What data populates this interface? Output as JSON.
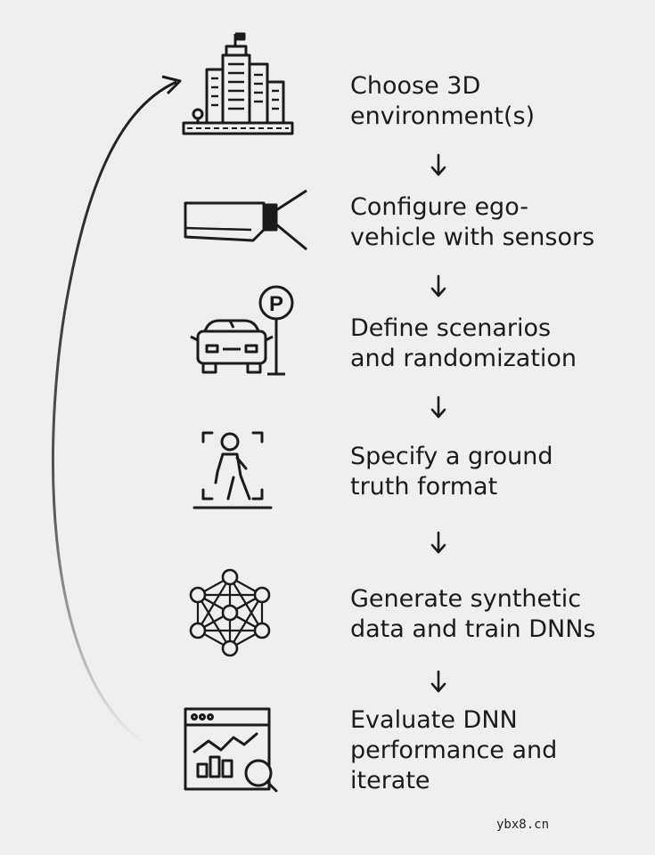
{
  "steps": [
    {
      "label": "Choose 3D\nenvironment(s)",
      "icon": "city-buildings-icon"
    },
    {
      "label": "Configure ego-\nvehicle with sensors",
      "icon": "camera-sensor-icon"
    },
    {
      "label": "Define scenarios\nand randomization",
      "icon": "car-parking-icon"
    },
    {
      "label": "Specify a ground\ntruth format",
      "icon": "pedestrian-detection-icon"
    },
    {
      "label": "Generate synthetic\ndata and train DNNs",
      "icon": "neural-network-icon"
    },
    {
      "label": "Evaluate DNN\nperformance and\niterate",
      "icon": "analytics-magnifier-icon"
    }
  ],
  "parking_sign_letter": "P",
  "watermark": "ybx8.cn"
}
